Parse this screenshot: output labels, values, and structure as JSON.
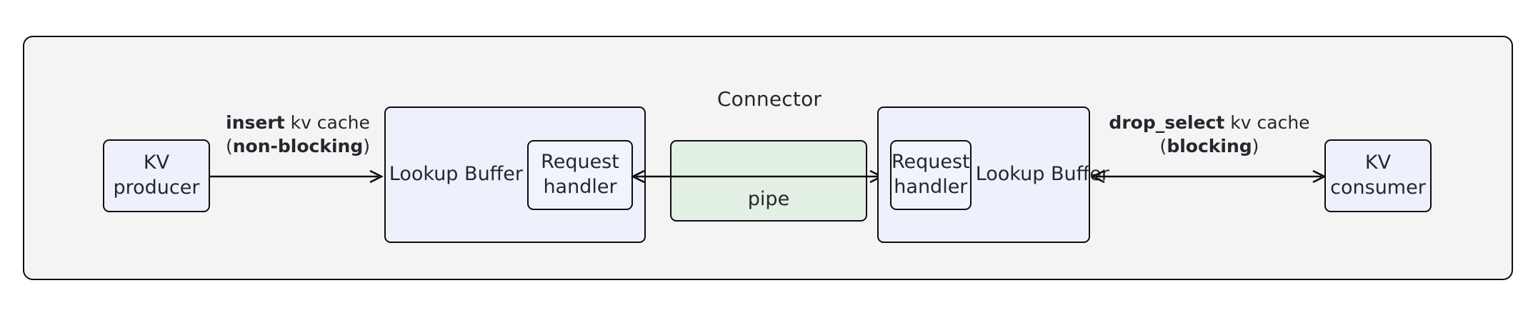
{
  "diagram": {
    "title": "Connector",
    "background_color": "#f4f4f4",
    "node_fill": "#eef1fb",
    "pipe_fill": "#e3f0e4",
    "stroke_color": "#0d0d0d",
    "text_color": "#25272e"
  },
  "nodes": {
    "kv_producer": {
      "line1": "KV",
      "line2": "producer"
    },
    "kv_consumer": {
      "line1": "KV",
      "line2": "consumer"
    },
    "buffer_left": {
      "name_line1": "Lookup",
      "name_line2": "Buffer",
      "handler_line1": "Request",
      "handler_line2": "handler"
    },
    "buffer_right": {
      "name_line1": "Lookup",
      "name_line2": "Buffer",
      "handler_line1": "Request",
      "handler_line2": "handler"
    },
    "pipe": {
      "label": "pipe"
    }
  },
  "edges": {
    "insert": {
      "line1_bold": "insert",
      "line1_rest": " kv cache",
      "line2_open": "(",
      "line2_bold": "non-blocking",
      "line2_close": ")",
      "direction": "right"
    },
    "middle": {
      "direction": "both"
    },
    "drop_select": {
      "line1_bold": "drop_select",
      "line1_rest": " kv cache",
      "line2_open": "(",
      "line2_bold": "blocking",
      "line2_close": ")",
      "direction": "both"
    }
  }
}
